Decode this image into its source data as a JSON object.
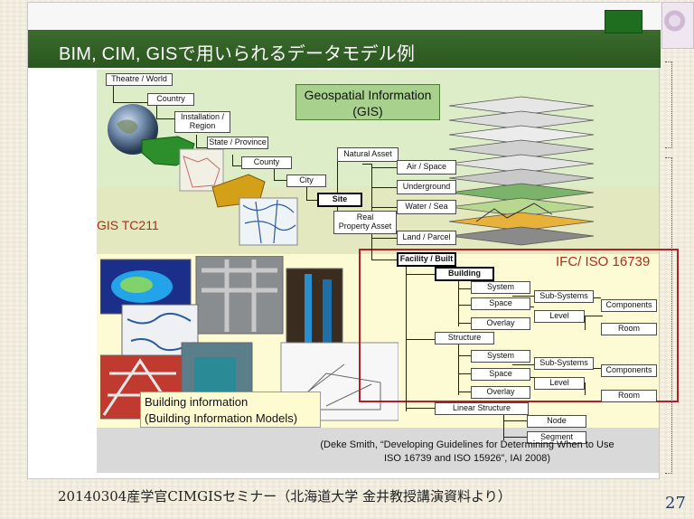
{
  "slide": {
    "title": "BIM, CIM, GISで用いられるデータモデル例",
    "footer": "20140304産学官CIMGISセミナー（北海道大学 金井教授講演資料より）",
    "page_number": "27"
  },
  "figure": {
    "gis_label": "Geospatial Information\n(GIS)",
    "tc211_label": "GIS TC211",
    "ifc_label": "IFC/ ISO 16739",
    "bim_label": "Building information\n(Building Information Models)",
    "citation": "(Deke Smith, “Developing Guidelines for Determining When to Use\nISO 16739 and ISO 15926”, IAI 2008)",
    "nodes": {
      "theatre": "Theatre / World",
      "country": "Country",
      "installation": "Installation /\nRegion",
      "state": "State / Province",
      "county": "County",
      "city": "City",
      "site": "Site",
      "natural_asset": "Natural Asset",
      "air_space": "Air / Space",
      "underground": "Underground",
      "water_sea": "Water / Sea",
      "real_property": "Real\nProperty Asset",
      "land_parcel": "Land / Parcel",
      "facility": "Facility / Built",
      "building": "Building",
      "system1": "System",
      "space1": "Space",
      "overlay1": "Overlay",
      "subsystems1": "Sub-Systems",
      "components1": "Components",
      "level1": "Level",
      "room1": "Room",
      "structure": "Structure",
      "system2": "System",
      "space2": "Space",
      "overlay2": "Overlay",
      "subsystems2": "Sub-Systems",
      "components2": "Components",
      "level2": "Level",
      "room2": "Room",
      "linear_structure": "Linear Structure",
      "node": "Node",
      "segment": "Segment"
    }
  }
}
